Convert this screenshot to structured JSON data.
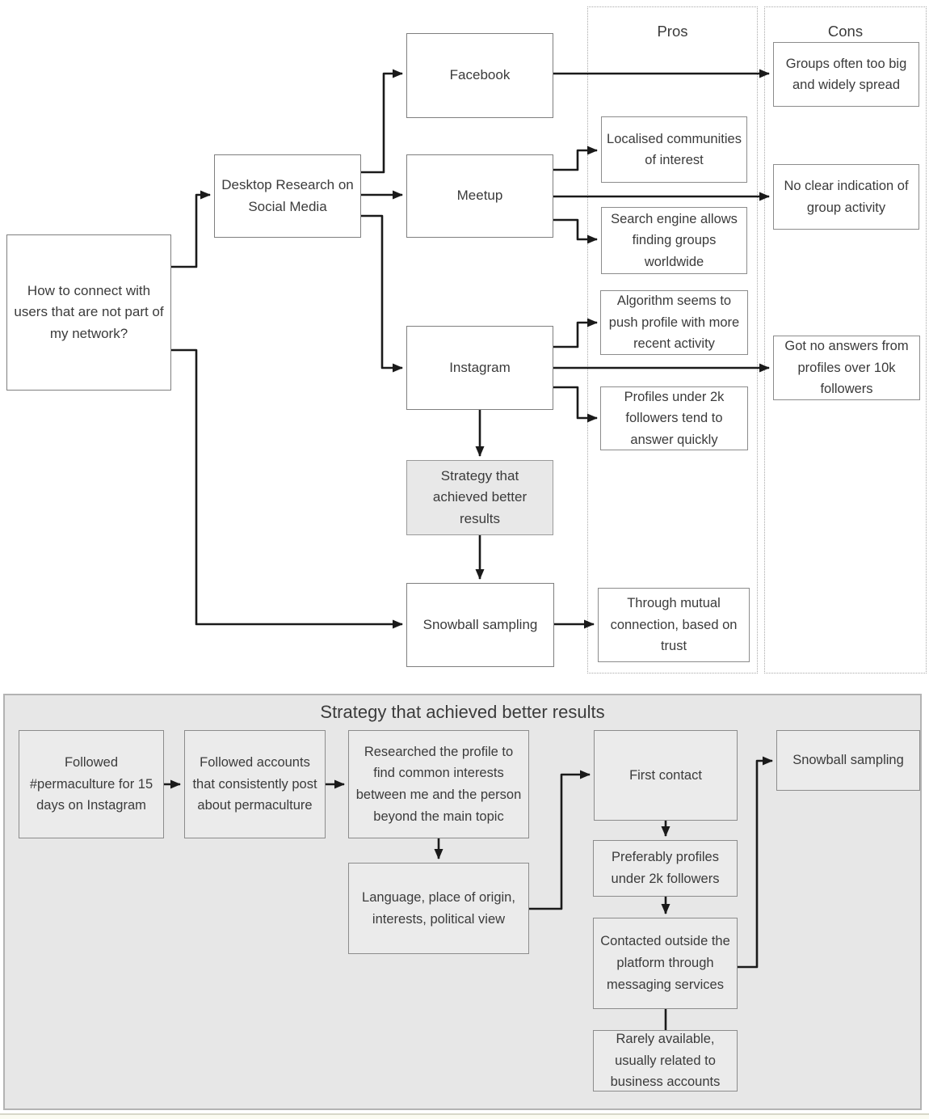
{
  "diagram": {
    "question": "How to connect with users that are not part of my network?",
    "platforms": {
      "desktop_research": "Desktop Research on Social Media",
      "facebook": "Facebook",
      "meetup": "Meetup",
      "instagram": "Instagram",
      "strategy": "Strategy that achieved better results",
      "snowball": "Snowball sampling"
    },
    "pros": {
      "header": "Pros",
      "localised": "Localised communities of interest",
      "search_engine": "Search engine allows finding groups worldwide",
      "algorithm": "Algorithm seems to push profile with more recent activity",
      "under_2k": "Profiles under 2k followers tend to answer quickly",
      "mutual": "Through mutual connection, based on trust"
    },
    "cons": {
      "header": "Cons",
      "groups_big": "Groups often too big and widely spread",
      "no_activity": "No clear indication of group activity",
      "no_answers": "Got no answers from profiles over 10k followers"
    }
  },
  "strategy_panel": {
    "title": "Strategy that achieved better results",
    "steps": {
      "followed_hashtag": "Followed #permaculture for 15 days on Instagram",
      "followed_accounts": "Followed accounts that consistently post about permaculture",
      "researched_profile": "Researched the profile to find common interests between me and the person beyond the main topic",
      "criteria": "Language, place of origin, interests, political view",
      "first_contact": "First contact",
      "preferably": "Preferably profiles under 2k followers",
      "contacted_outside": "Contacted outside the platform through messaging services",
      "rarely_available": "Rarely available, usually related to business accounts",
      "snowball": "Snowball sampling"
    }
  },
  "colors": {
    "arrow": "#1a1a1a",
    "box_border": "#8c8c8c",
    "panel_bg": "#e7e7e7",
    "text": "#3b3b3b"
  }
}
